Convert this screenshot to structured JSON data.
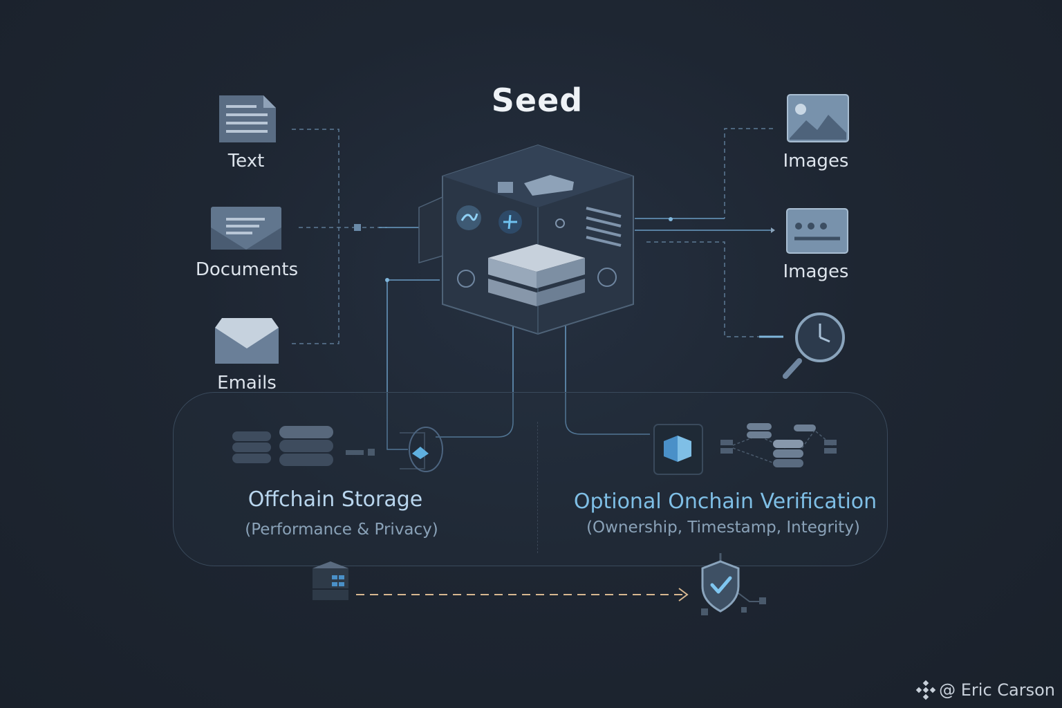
{
  "diagram": {
    "title": "Seed",
    "inputs_left": [
      {
        "label": "Text",
        "icon": "text-file-icon"
      },
      {
        "label": "Documents",
        "icon": "document-tray-icon"
      },
      {
        "label": "Emails",
        "icon": "envelope-icon"
      }
    ],
    "outputs_right": [
      {
        "label": "Images",
        "icon": "image-icon"
      },
      {
        "label": "Images",
        "icon": "image-card-icon"
      },
      {
        "icon": "clock-search-icon"
      }
    ],
    "offchain": {
      "title": "Offchain Storage",
      "subtitle": "(Performance & Privacy)"
    },
    "onchain": {
      "title": "Optional Onchain Verification",
      "subtitle": "(Ownership, Timestamp, Integrity)"
    },
    "watermark": "@ Eric Carson",
    "colors": {
      "background": "#1e2632",
      "accent": "#5fb0e0",
      "offchain_title": "#b9d6ee",
      "onchain_title": "#7fbfe6",
      "arrow": "#d8b890"
    }
  }
}
